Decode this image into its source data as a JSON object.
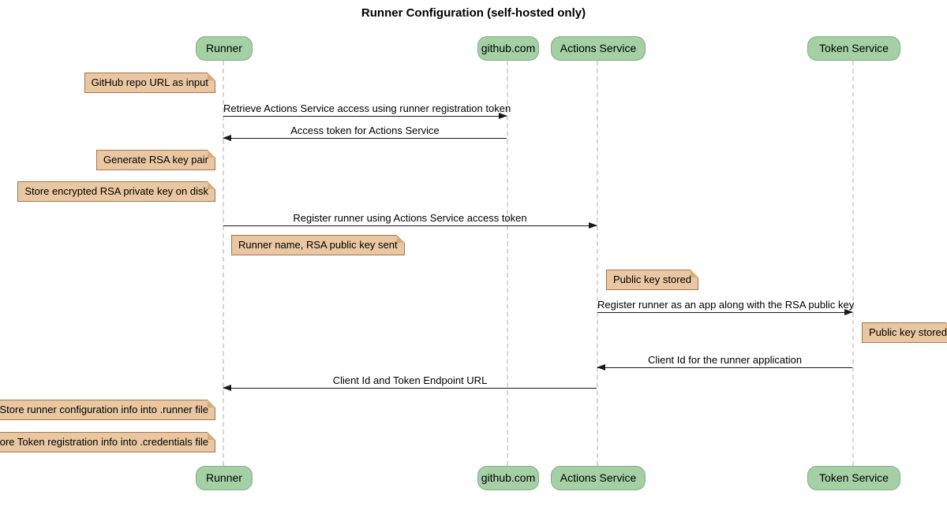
{
  "title": "Runner Configuration (self-hosted only)",
  "participants": [
    {
      "label": "Runner"
    },
    {
      "label": "github.com"
    },
    {
      "label": "Actions Service"
    },
    {
      "label": "Token Service"
    }
  ],
  "notes": [
    {
      "text": "GitHub repo URL as input",
      "anchor": "Runner",
      "side": "left"
    },
    {
      "text": "Generate RSA key pair",
      "anchor": "Runner",
      "side": "left"
    },
    {
      "text": "Store encrypted RSA private key on disk",
      "anchor": "Runner",
      "side": "left"
    },
    {
      "text": "Runner name, RSA public key sent",
      "anchor": "Runner",
      "side": "right"
    },
    {
      "text": "Public key stored",
      "anchor": "Actions Service",
      "side": "right"
    },
    {
      "text": "Public key stored",
      "anchor": "Token Service",
      "side": "right"
    },
    {
      "text": "Store runner configuration info into .runner file",
      "anchor": "Runner",
      "side": "left"
    },
    {
      "text": "Store Token registration info into .credentials file",
      "anchor": "Runner",
      "side": "left"
    }
  ],
  "messages": [
    {
      "text": "Retrieve Actions Service access using runner registration token",
      "from": "Runner",
      "to": "github.com"
    },
    {
      "text": "Access token for Actions Service",
      "from": "github.com",
      "to": "Runner"
    },
    {
      "text": "Register runner using Actions Service access token",
      "from": "Runner",
      "to": "Actions Service"
    },
    {
      "text": "Register runner as an app along with the RSA public key",
      "from": "Actions Service",
      "to": "Token Service"
    },
    {
      "text": "Client Id for the runner application",
      "from": "Token Service",
      "to": "Actions Service"
    },
    {
      "text": "Client Id and Token Endpoint URL",
      "from": "Actions Service",
      "to": "Runner"
    }
  ],
  "colors": {
    "participant_fill": "#a5cfa5",
    "participant_border": "#82af82",
    "note_fill": "#e9c7a2",
    "note_border": "#a5764b",
    "lifeline": "#d6d6d6",
    "arrow": "#181818",
    "background": "#ffffff"
  }
}
